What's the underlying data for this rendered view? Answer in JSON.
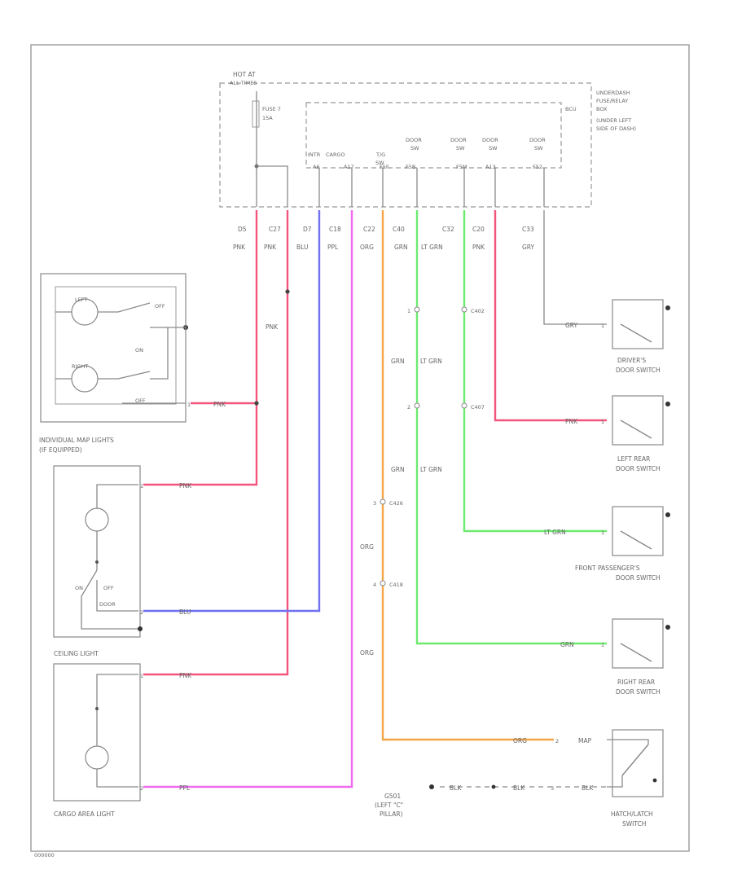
{
  "colors": {
    "pink": "#f2557c",
    "blue": "#7070f0",
    "violet": "#f06af0",
    "orange": "#f5a548",
    "green": "#6eea6e",
    "gray": "#8a8a8a"
  },
  "fuse_block": {
    "hot_at": "HOT AT",
    "all_times": "ALL TIMES",
    "fuse_name": "FUSE 7",
    "fuse_rating": "15A",
    "bcu": "BCU",
    "desc": [
      "UNDERDASH",
      "FUSE/RELAY",
      "BOX",
      "(UNDER LEFT",
      "SIDE OF DASH)"
    ],
    "func_labels": [
      "INTR",
      "CARGO",
      "T/G",
      "DOOR",
      "DOOR",
      "DOOR",
      "DOOR"
    ],
    "func_labels2": [
      "SW",
      "SW",
      "SW",
      "SW",
      "SW"
    ],
    "pin_labels": [
      "A6",
      "A17",
      "F5B",
      "F5M",
      "A13",
      "F52",
      "F5F"
    ]
  },
  "connectors": [
    "D5",
    "C27",
    "D7",
    "C18",
    "C22",
    "C40",
    "C32",
    "C20",
    "C33"
  ],
  "wire_colors_top": [
    "PNK",
    "PNK",
    "BLU",
    "PPL",
    "ORG",
    "GRN",
    "LT GRN",
    "PNK",
    "GRY"
  ],
  "splices": {
    "s1": "1",
    "s2": "2",
    "s3": "3",
    "s4": "4",
    "c402": "C402",
    "c407": "C407",
    "c426": "C426",
    "c418": "C418"
  },
  "mid_labels": {
    "pnk": "PNK",
    "grn": "GRN",
    "ltgrn": "LT GRN",
    "org": "ORG",
    "org2": "ORG"
  },
  "map_lights": {
    "left": "LEFT",
    "right": "RIGHT",
    "off": "OFF",
    "on": "ON",
    "pin": "1",
    "wire": "PNK",
    "title": [
      "INDIVIDUAL MAP LIGHTS",
      "(IF EQUIPPED)"
    ]
  },
  "ceiling_light": {
    "pin1": "1",
    "pin2": "2",
    "wire1": "PNK",
    "wire2": "BLU",
    "on": "ON",
    "off": "OFF",
    "door": "DOOR",
    "title": "CEILING LIGHT"
  },
  "cargo_light": {
    "pin1": "1",
    "pin2": "2",
    "wire1": "PNK",
    "wire2": "PPL",
    "title": "CARGO AREA LIGHT"
  },
  "switches": {
    "driver": {
      "wire": "GRY",
      "pin": "1",
      "title": [
        "DRIVER'S",
        "DOOR SWITCH"
      ]
    },
    "left_rear": {
      "wire": "PNK",
      "pin": "1",
      "title": [
        "LEFT REAR",
        "DOOR SWITCH"
      ]
    },
    "front_pass": {
      "wire": "LT GRN",
      "pin": "1",
      "title": [
        "FRONT PASSENGER'S",
        "DOOR SWITCH"
      ]
    },
    "right_rear": {
      "wire": "GRN",
      "pin": "1",
      "title": [
        "RIGHT REAR",
        "DOOR SWITCH"
      ]
    },
    "hatch": {
      "wire_top": "ORG",
      "pin_top": "2",
      "label_top": "MAP",
      "wire_bot": "BLK",
      "pin_bot": "3",
      "label_bot": "BLK",
      "title": [
        "HATCH/LATCH",
        "SWITCH"
      ]
    }
  },
  "ground": {
    "name": "G501",
    "loc": [
      "(LEFT \"C\"",
      "PILLAR)"
    ],
    "w1": "BLK",
    "w2": "BLK"
  },
  "footer": "000000"
}
